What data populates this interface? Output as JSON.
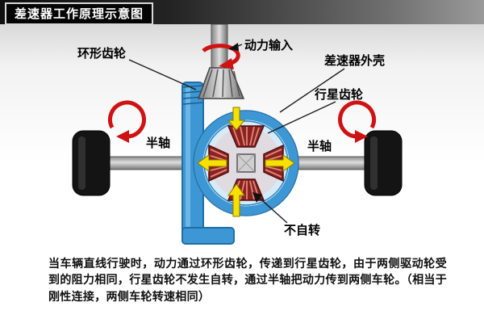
{
  "banner": {
    "title": "差速器工作原理示意图"
  },
  "diagram": {
    "labels": {
      "power_input": "动力输入",
      "ring_gear": "环形齿轮",
      "differential_housing": "差速器外壳",
      "planet_gear": "行星齿轮",
      "half_shaft_left": "半轴",
      "half_shaft_right": "半轴",
      "no_rotation": "不自转"
    },
    "colors": {
      "housing_blue": "#3d97d4",
      "gear_red": "#8e2020",
      "rotation_arrow_red": "#cf1212",
      "power_flow_yellow": "#f8e000"
    }
  },
  "description": "当车辆直线行驶时，动力通过环形齿轮，传递到行星齿轮，由于两侧驱动轮受到的阻力相同，行星齿轮不发生自转，通过半轴把动力传到两侧车轮。（相当于刚性连接，两侧车轮转速相同）"
}
